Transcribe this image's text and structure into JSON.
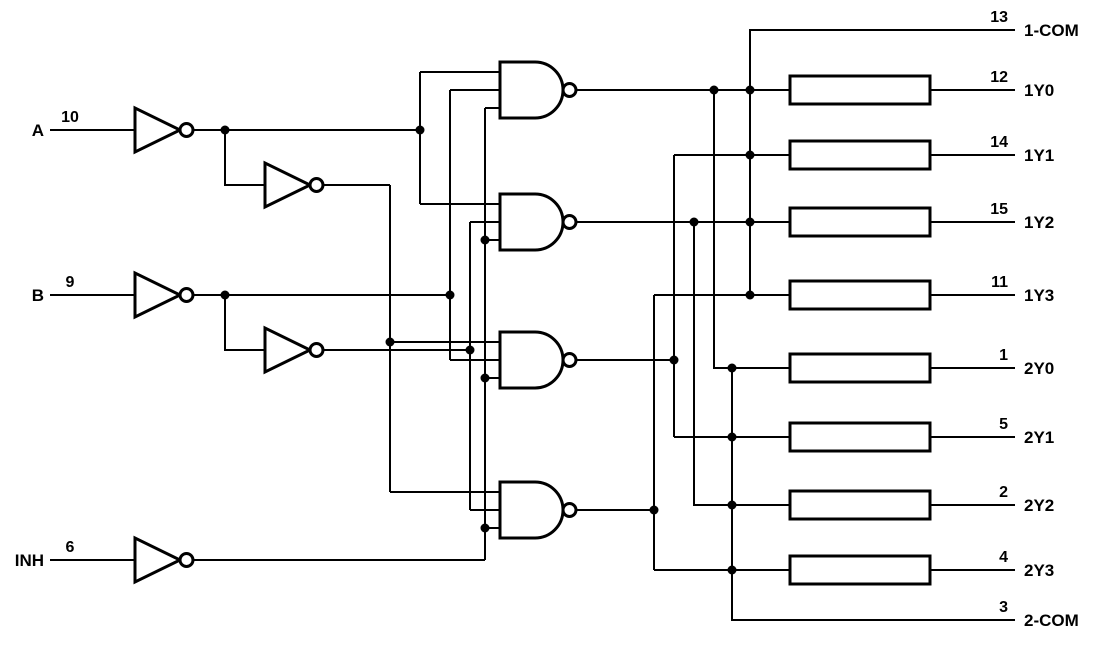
{
  "diagram": {
    "background": "#ffffff",
    "line_color": "#000000",
    "inputs": [
      {
        "label": "A",
        "pin": "10"
      },
      {
        "label": "B",
        "pin": "9"
      },
      {
        "label": "INH",
        "pin": "6"
      }
    ],
    "top_common": {
      "label": "1-COM",
      "pin": "13"
    },
    "bottom_common": {
      "label": "2-COM",
      "pin": "3"
    },
    "outputs": [
      {
        "label": "1Y0",
        "pin": "12"
      },
      {
        "label": "1Y1",
        "pin": "14"
      },
      {
        "label": "1Y2",
        "pin": "15"
      },
      {
        "label": "1Y3",
        "pin": "11"
      },
      {
        "label": "2Y0",
        "pin": "1"
      },
      {
        "label": "2Y1",
        "pin": "5"
      },
      {
        "label": "2Y2",
        "pin": "2"
      },
      {
        "label": "2Y3",
        "pin": "4"
      }
    ],
    "components": {
      "inverters": 5,
      "nand_gates": 4,
      "analog_switches": 8
    }
  }
}
